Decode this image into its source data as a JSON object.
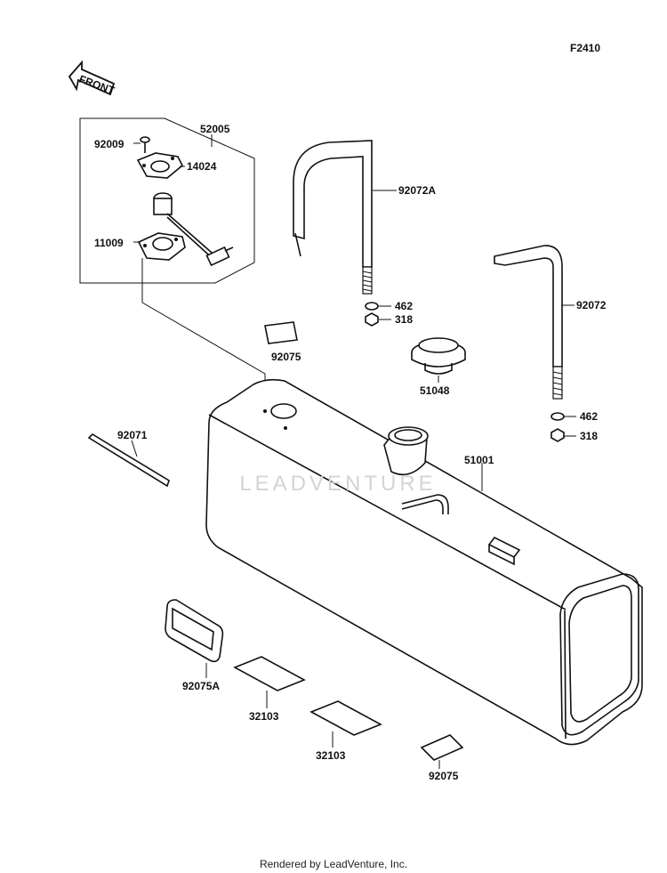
{
  "diagram": {
    "code": "F2410",
    "front_label": "FRONT",
    "callouts": {
      "p52005": "52005",
      "p92009": "92009",
      "p14024": "14024",
      "p11009": "11009",
      "p92072A": "92072A",
      "p462a": "462",
      "p318a": "318",
      "p92075a": "92075",
      "p92072": "92072",
      "p51048": "51048",
      "p462b": "462",
      "p318b": "318",
      "p92071": "92071",
      "p51001": "51001",
      "p92075A": "92075A",
      "p32103a": "32103",
      "p32103b": "32103",
      "p92075b": "92075"
    }
  },
  "watermark": "LEADVENTURE",
  "footer": "Rendered by LeadVenture, Inc."
}
